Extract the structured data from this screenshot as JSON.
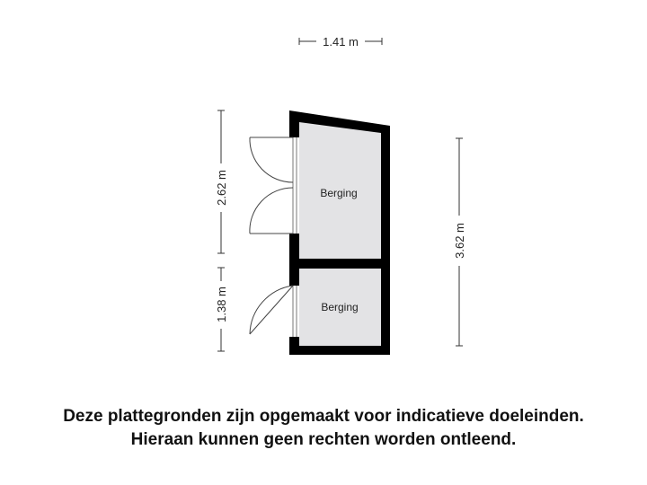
{
  "dimensions": {
    "top_width": "1.41 m",
    "left_upper": "2.62 m",
    "left_lower": "1.38 m",
    "right_total": "3.62 m"
  },
  "rooms": [
    {
      "label": "Berging"
    },
    {
      "label": "Berging"
    }
  ],
  "colors": {
    "wall": "#000000",
    "floor": "#e3e3e5",
    "dimension_line": "#333333"
  },
  "disclaimer": {
    "line1": "Deze plattegronden zijn opgemaakt voor indicatieve doeleinden.",
    "line2": "Hieraan kunnen geen rechten worden ontleend."
  }
}
